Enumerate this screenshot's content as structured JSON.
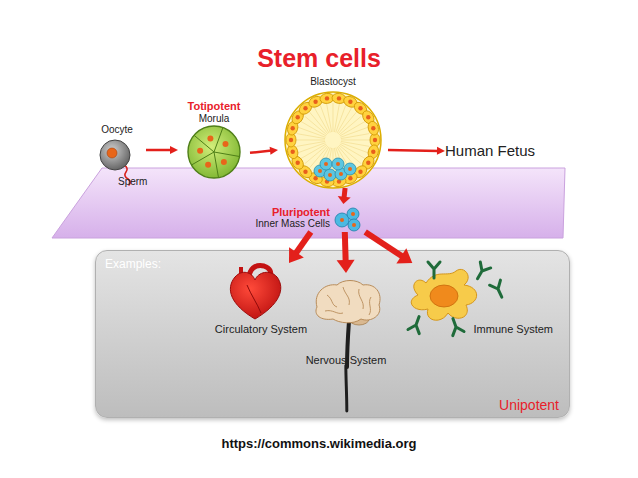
{
  "diagram": {
    "title": "Stem cells",
    "caption": "https://commons.wikimedia.org",
    "nodes": [
      {
        "text": [
          "Oocyte"
        ]
      },
      {
        "text": [
          "Totipotent",
          "Morula"
        ]
      },
      {
        "text": [
          "Blastocyst"
        ]
      },
      {
        "text": [
          "Human Fetus"
        ]
      },
      {
        "text": [
          "Pluripotent",
          "Inner Mass Cells"
        ]
      },
      {
        "text": [
          "Examples:",
          "Unipotent"
        ]
      },
      {
        "text": [
          "Circulatory System"
        ],
        "in": 5
      },
      {
        "text": [
          "Nervous System"
        ],
        "in": 5
      },
      {
        "text": [
          "Immune System"
        ],
        "in": 5
      }
    ],
    "edges": [
      {
        "from": 0,
        "to": 1,
        "arrow": "to"
      },
      {
        "from": 1,
        "to": 2,
        "arrow": "to"
      },
      {
        "from": 2,
        "to": 3,
        "arrow": "to"
      },
      {
        "from": 2,
        "to": 4,
        "arrow": "to"
      },
      {
        "from": 4,
        "to": 6,
        "arrow": "to"
      },
      {
        "from": 4,
        "to": 7,
        "arrow": "to"
      },
      {
        "from": 4,
        "to": 8,
        "arrow": "to"
      }
    ],
    "labels": [
      "Sperm"
    ]
  }
}
